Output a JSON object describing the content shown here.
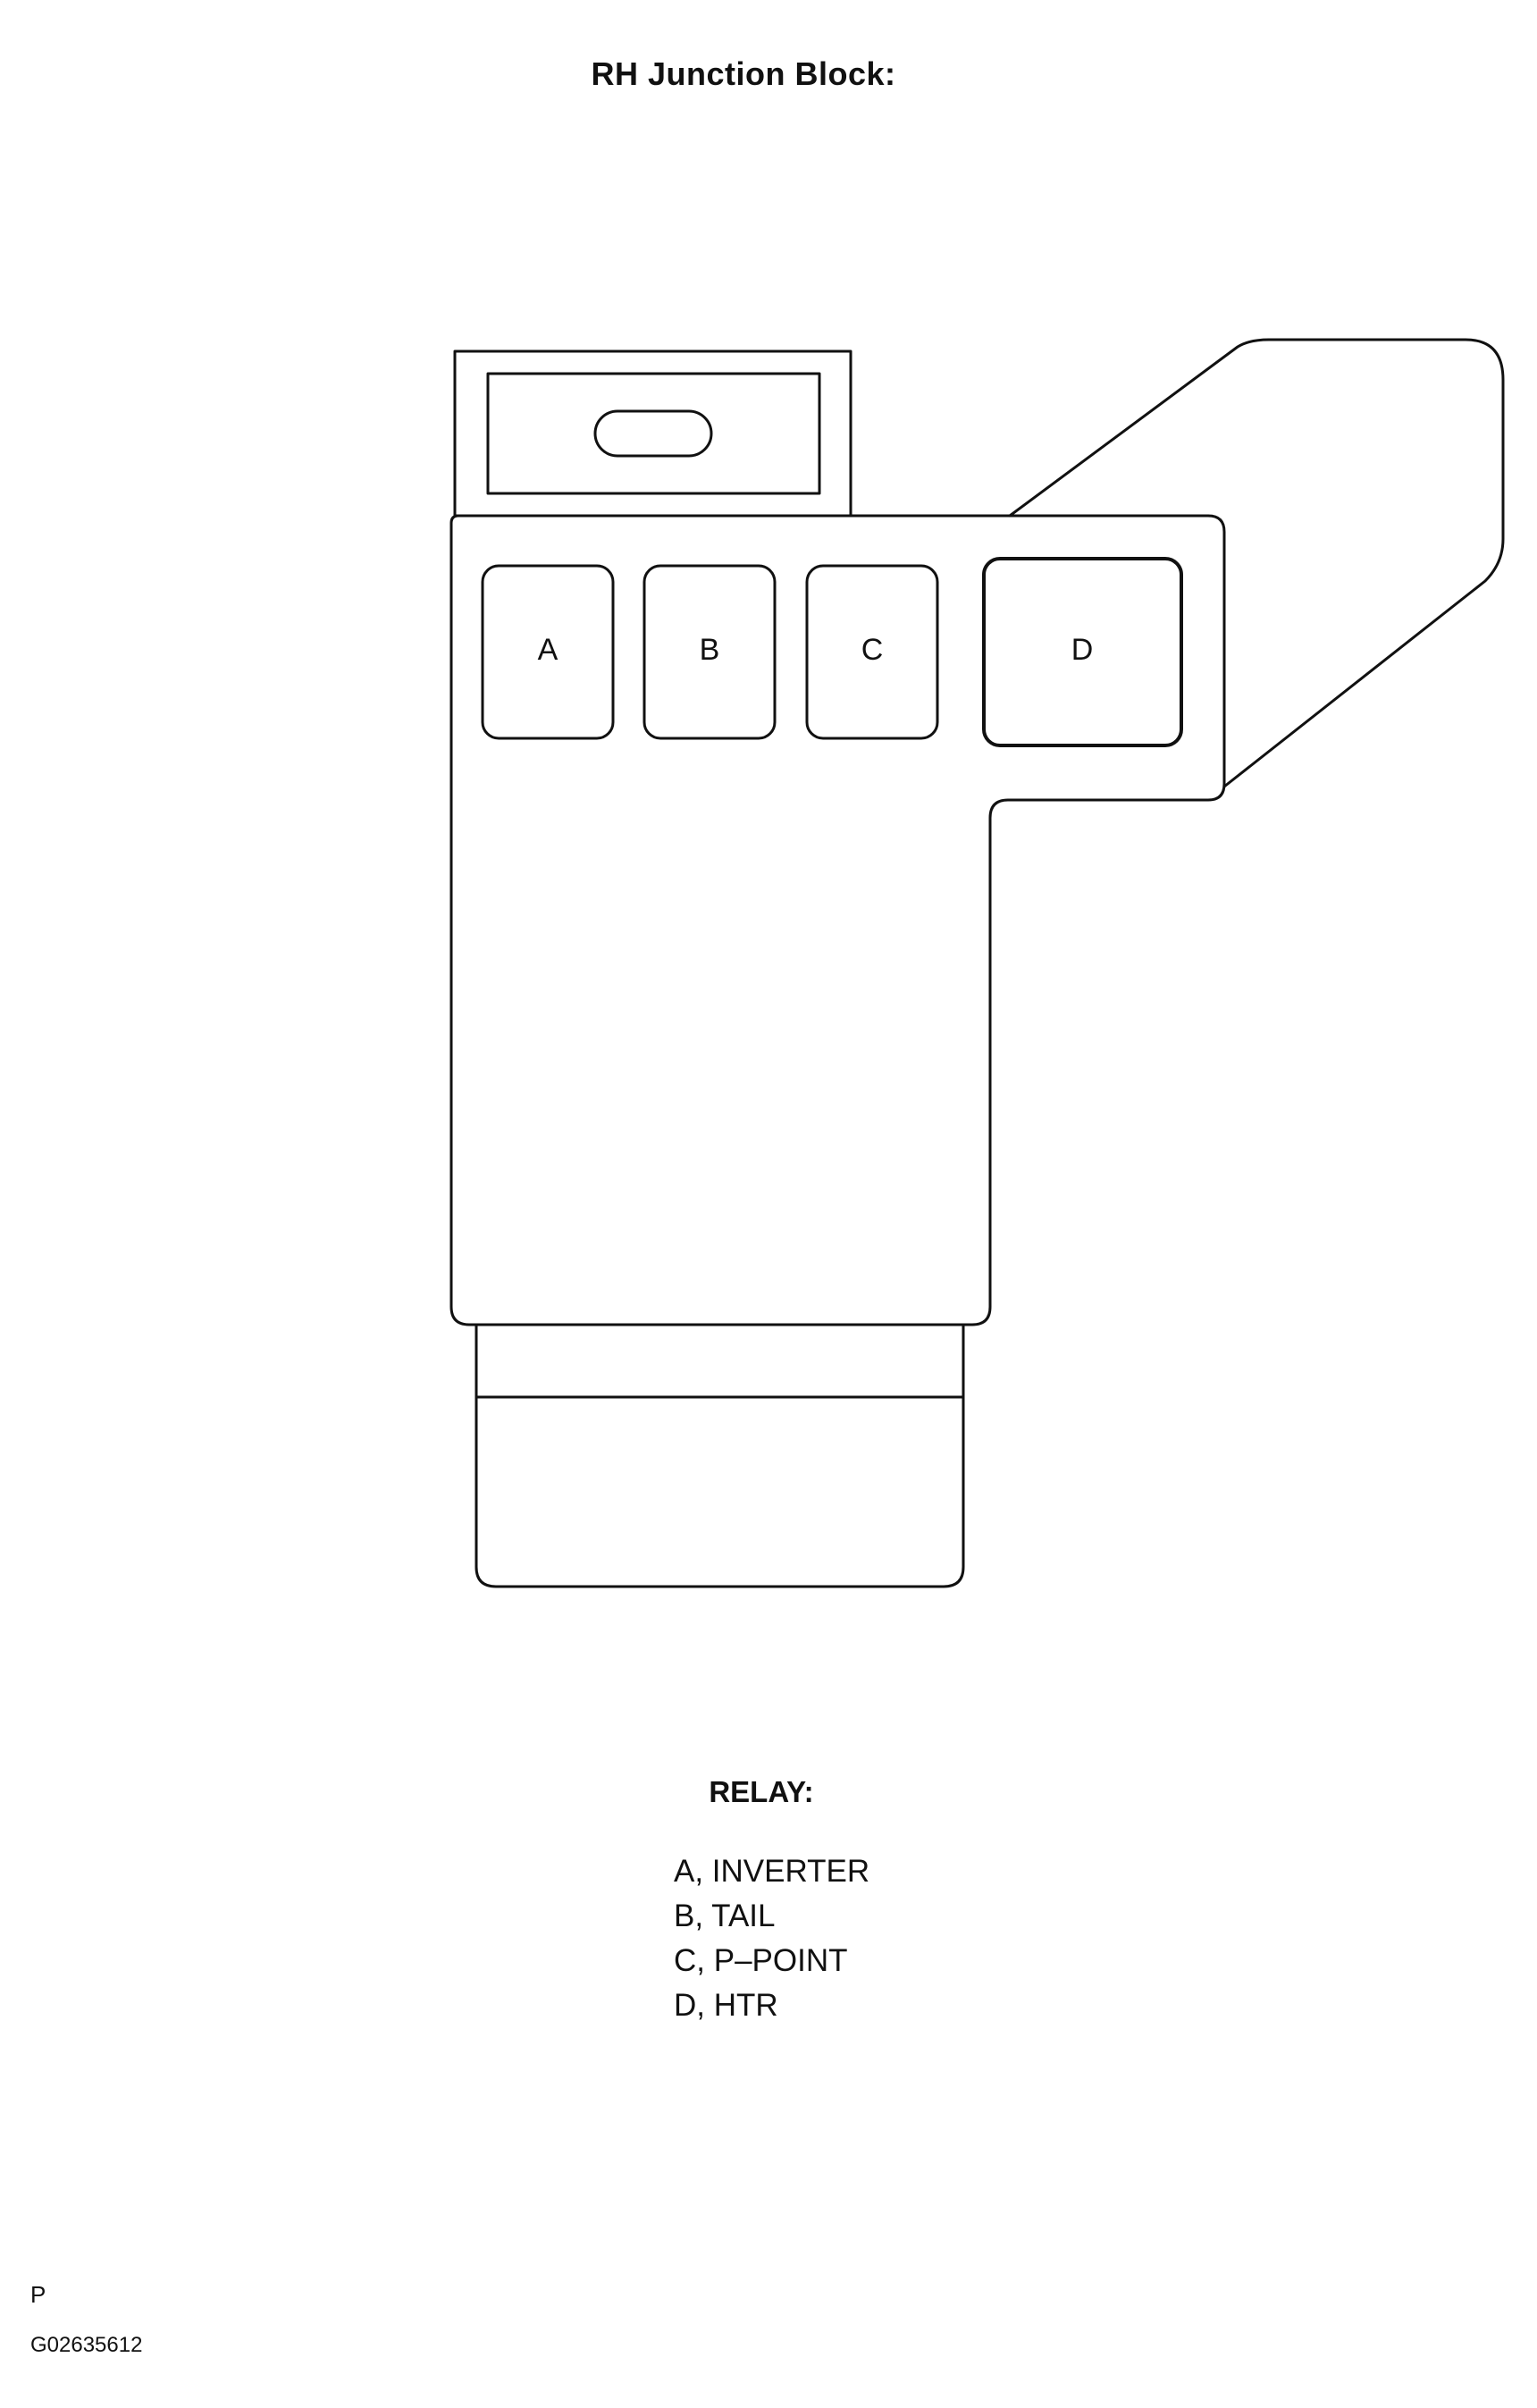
{
  "title": "RH Junction Block:",
  "relays": [
    {
      "id": "A"
    },
    {
      "id": "B"
    },
    {
      "id": "C"
    },
    {
      "id": "D"
    }
  ],
  "legend": {
    "heading": "RELAY:",
    "items": [
      "A, INVERTER",
      "B, TAIL",
      "C, P–POINT",
      "D, HTR"
    ]
  },
  "footer": {
    "code_letter": "P",
    "figure_id": "G02635612"
  }
}
